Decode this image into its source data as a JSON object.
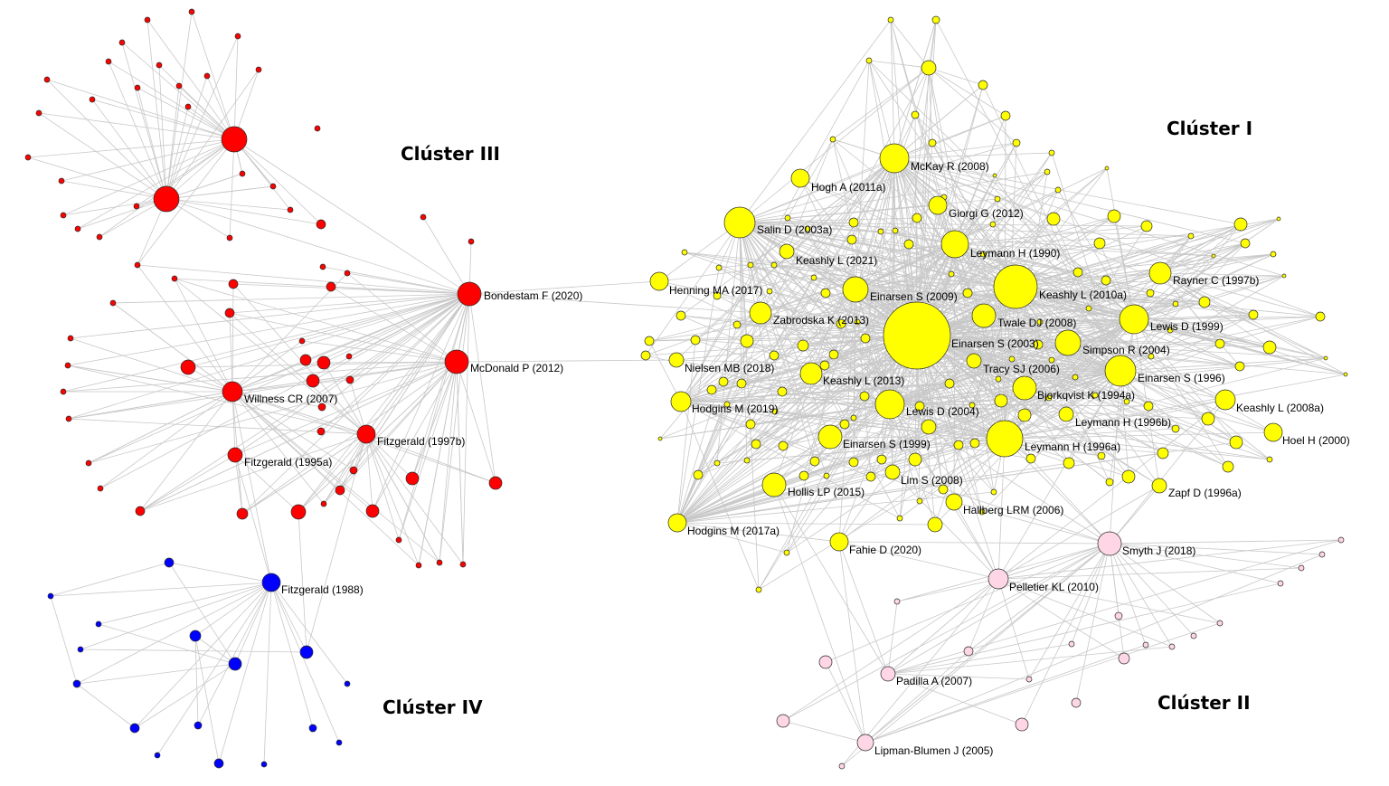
{
  "colors": {
    "cluster_I": "#ffff00",
    "cluster_II": "#ffd6e6",
    "cluster_III": "#ff0000",
    "cluster_IV": "#0000ff",
    "edge": "#c8c8c8"
  },
  "cluster_titles": {
    "I": "Clúster I",
    "II": "Clúster II",
    "III": "Clúster III",
    "IV": "Clúster IV"
  },
  "labeled_nodes": {
    "bondestam_2020": "Bondestam F (2020)",
    "mcdonald_2012": "McDonald P (2012)",
    "willness_2007": "Willness CR (2007)",
    "fitzgerald_1997b": "Fitzgerald (1997b)",
    "fitzgerald_1995a": "Fitzgerald (1995a)",
    "fitzgerald_1988": "Fitzgerald (1988)",
    "mckay_2008": "McKay R (2008)",
    "hogh_2011a": "Hogh A (2011a)",
    "giorgi_2012": "Giorgi G (2012)",
    "salin_2003a": "Salin D (2003a)",
    "leymann_1990": "Leymann H (1990)",
    "keashly_2021": "Keashly L (2021)",
    "rayner_1997b": "Rayner C (1997b)",
    "henning_2017": "Henning MA (2017)",
    "einarsen_2009": "Einarsen S (2009)",
    "keashly_2010a": "Keashly L (2010a)",
    "zabrodska_2013": "Zabrodska K (2013)",
    "twale_2008": "Twale DJ (2008)",
    "lewis_1999": "Lewis D (1999)",
    "einarsen_2003": "Einarsen S (2003)",
    "simpson_2004": "Simpson R (2004)",
    "nielsen_2018": "Nielsen MB (2018)",
    "tracy_2006": "Tracy SJ (2006)",
    "einarsen_1996": "Einarsen S (1996)",
    "keashly_2013": "Keashly L (2013)",
    "bjorkqvist_1994a": "Bjorkqvist K (1994a)",
    "keashly_2008a": "Keashly L (2008a)",
    "hodgins_2019": "Hodgins M (2019)",
    "lewis_2004": "Lewis D (2004)",
    "leymann_1996b": "Leymann H (1996b)",
    "einarsen_1999": "Einarsen S (1999)",
    "leymann_1996a": "Leymann H (1996a)",
    "hoel_2000": "Hoel H (2000)",
    "lim_2008": "Lim S (2008)",
    "hollis_2015": "Hollis LP (2015)",
    "zapf_1996a": "Zapf D (1996a)",
    "hallberg_2006": "Hallberg LRM (2006)",
    "hodgins_2017a": "Hodgins M (2017a)",
    "fahie_2020": "Fahie D (2020)",
    "smyth_2018": "Smyth J (2018)",
    "pelletier_2010": "Pelletier KL (2010)",
    "padilla_2007": "Padilla A (2007)",
    "lipman_2005": "Lipman-Blumen J (2005)"
  }
}
